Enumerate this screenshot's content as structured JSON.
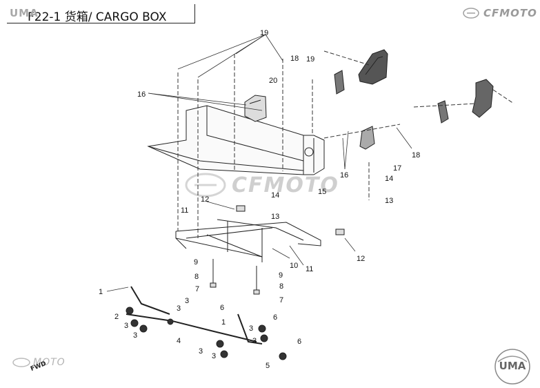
{
  "header": {
    "title": "F22-1 货箱/ CARGO BOX"
  },
  "branding": {
    "top_right": "CFMOTO",
    "bottom_left": "MOTO",
    "watermark": "CFMOTO",
    "corner_logo_top_left": "UMA",
    "corner_logo_bottom_right": "UMA",
    "direction_tag": "FWD"
  },
  "callouts": [
    {
      "id": "c1a",
      "text": "1"
    },
    {
      "id": "c1b",
      "text": "1"
    },
    {
      "id": "c2",
      "text": "2"
    },
    {
      "id": "c3a",
      "text": "3"
    },
    {
      "id": "c3b",
      "text": "3"
    },
    {
      "id": "c3c",
      "text": "3"
    },
    {
      "id": "c3d",
      "text": "3"
    },
    {
      "id": "c3e",
      "text": "3"
    },
    {
      "id": "c3f",
      "text": "3"
    },
    {
      "id": "c3g",
      "text": "3"
    },
    {
      "id": "c3h",
      "text": "3"
    },
    {
      "id": "c4",
      "text": "4"
    },
    {
      "id": "c5",
      "text": "5"
    },
    {
      "id": "c6a",
      "text": "6"
    },
    {
      "id": "c6b",
      "text": "6"
    },
    {
      "id": "c6c",
      "text": "6"
    },
    {
      "id": "c7a",
      "text": "7"
    },
    {
      "id": "c7b",
      "text": "7"
    },
    {
      "id": "c8a",
      "text": "8"
    },
    {
      "id": "c8b",
      "text": "8"
    },
    {
      "id": "c9a",
      "text": "9"
    },
    {
      "id": "c9b",
      "text": "9"
    },
    {
      "id": "c10",
      "text": "10"
    },
    {
      "id": "c11a",
      "text": "11"
    },
    {
      "id": "c11b",
      "text": "11"
    },
    {
      "id": "c12a",
      "text": "12"
    },
    {
      "id": "c12b",
      "text": "12"
    },
    {
      "id": "c13a",
      "text": "13"
    },
    {
      "id": "c13b",
      "text": "13"
    },
    {
      "id": "c14a",
      "text": "14"
    },
    {
      "id": "c14b",
      "text": "14"
    },
    {
      "id": "c15",
      "text": "15"
    },
    {
      "id": "c16a",
      "text": "16"
    },
    {
      "id": "c16b",
      "text": "16"
    },
    {
      "id": "c17",
      "text": "17"
    },
    {
      "id": "c18a",
      "text": "18"
    },
    {
      "id": "c18b",
      "text": "18"
    },
    {
      "id": "c19a",
      "text": "19"
    },
    {
      "id": "c19b",
      "text": "19"
    },
    {
      "id": "c20",
      "text": "20"
    }
  ]
}
